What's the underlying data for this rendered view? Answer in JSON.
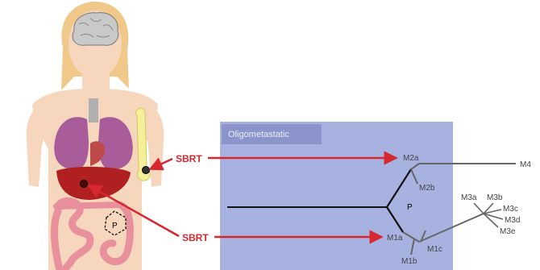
{
  "panel": {
    "title": "Oligometastatic",
    "bg_color": "#a7b2e0",
    "title_bg": "#8b95cc"
  },
  "treatments": [
    {
      "label": "SBRT",
      "target": "liver lesion"
    },
    {
      "label": "SBRT",
      "target": "bone lesion"
    }
  ],
  "anatomy": {
    "primary_tumor_label": "P"
  },
  "tree": {
    "primary": "P",
    "nodes": {
      "m2a": "M2a",
      "m2b": "M2b",
      "m4": "M4",
      "m1a": "M1a",
      "m1b": "M1b",
      "m1c": "M1c",
      "m3a": "M3a",
      "m3b": "M3b",
      "m3c": "M3c",
      "m3d": "M3d",
      "m3e": "M3e"
    }
  },
  "colors": {
    "arrow": "#d7282f",
    "trunk": "#111111",
    "branch": "#666666",
    "skin": "#f6d7be",
    "hair": "#f0c98a",
    "lung": "#a85c9a",
    "liver": "#b02020",
    "bone": "#f5ef9a",
    "intestine": "#e8909c"
  }
}
